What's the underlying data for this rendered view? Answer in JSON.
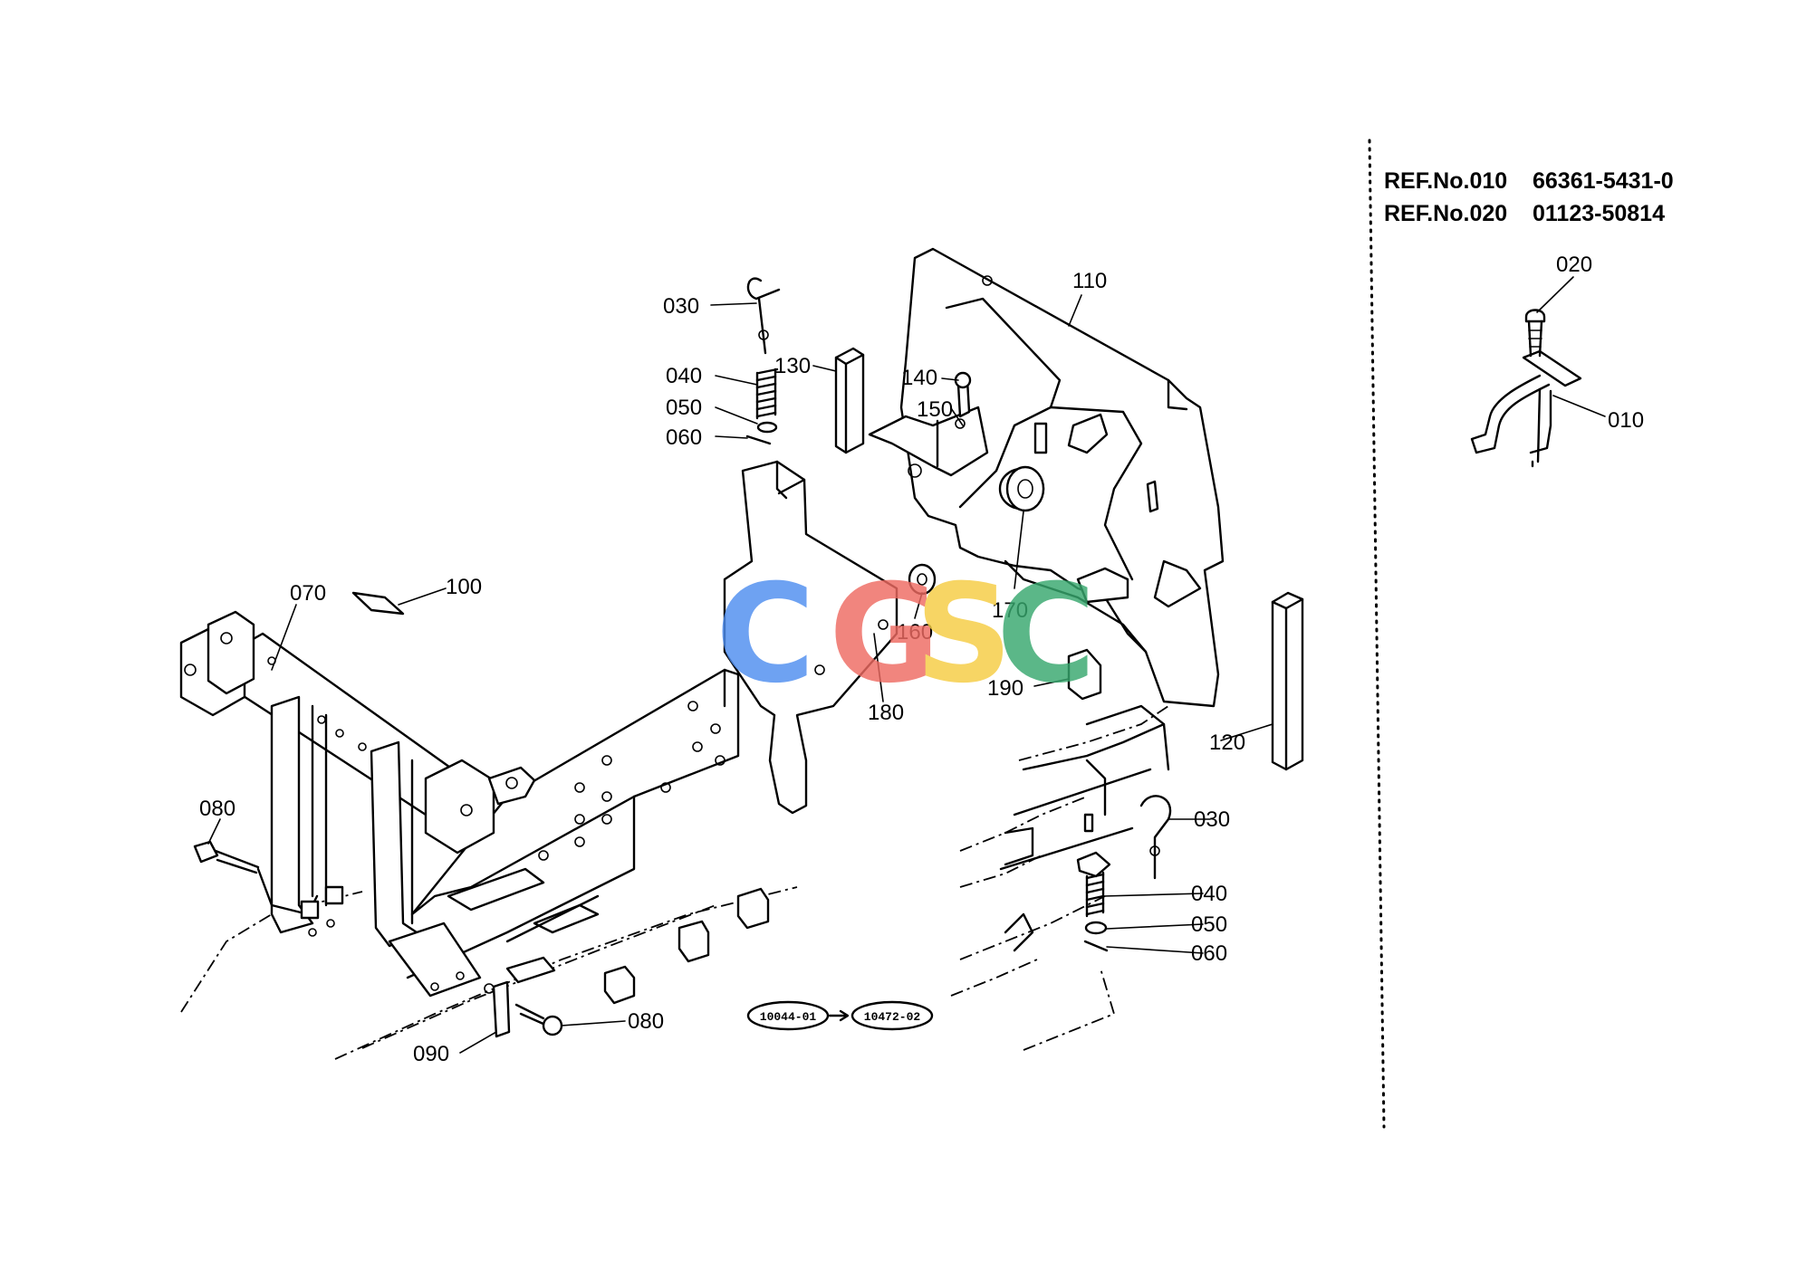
{
  "ref_lines": [
    {
      "ref": "REF.No.010",
      "part": "66361-5431-0"
    },
    {
      "ref": "REF.No.020",
      "part": "01123-50814"
    }
  ],
  "callouts": {
    "c030a": "030",
    "c040a": "040",
    "c050a": "050",
    "c060a": "060",
    "c130": "130",
    "c110": "110",
    "c140": "140",
    "c150": "150",
    "c070": "070",
    "c100": "100",
    "c160": "160",
    "c170": "170",
    "c180": "180",
    "c190": "190",
    "c120": "120",
    "c080a": "080",
    "c030b": "030",
    "c040b": "040",
    "c050b": "050",
    "c060b": "060",
    "c080b": "080",
    "c090": "090",
    "c020r": "020",
    "c010r": "010"
  },
  "page_refs": {
    "from": "10044-01",
    "to": "10472-02"
  },
  "watermark": {
    "letters": [
      "C",
      "G",
      "S",
      "C"
    ],
    "colors": [
      "#4f8ef0",
      "#ee6b62",
      "#f6cd43",
      "#38a86e"
    ]
  }
}
